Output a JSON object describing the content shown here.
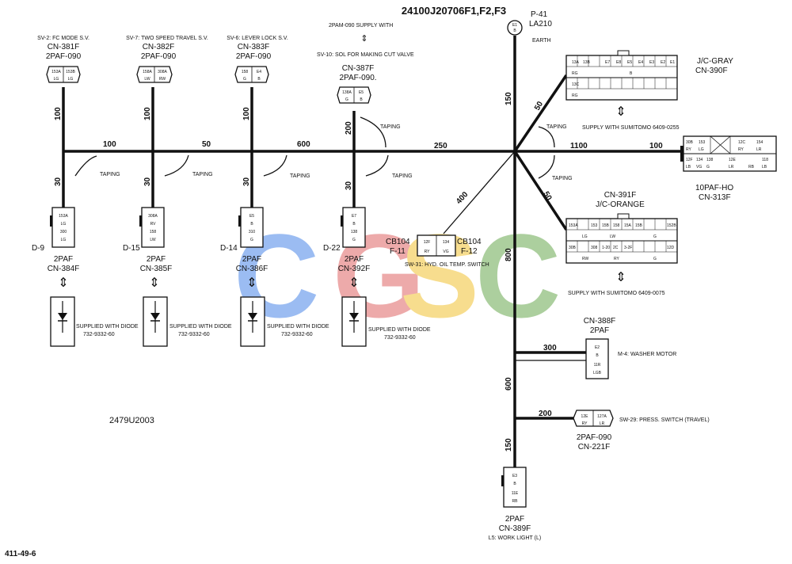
{
  "title": "24100J20706F1,F2,F3",
  "doc_code": "2479U2003",
  "page_ref": "411-49-6",
  "watermark": {
    "letters": [
      "C",
      "G",
      "S",
      "C"
    ],
    "colors": [
      "#4a86e8",
      "#e06666",
      "#f1c232",
      "#6aa84f"
    ]
  },
  "earth": {
    "pin": "E1",
    "color": "B",
    "part": "P-41",
    "code": "LA210",
    "label": "EARTH"
  },
  "note_2pam": "2PAM-090 SUPPLY WITH",
  "note_sv10": "SV-10: SOL FOR MAKING CUT VALVE",
  "top_connectors": [
    {
      "desc": "SV-2: FC MODE S.V.",
      "cn": "CN-381F",
      "type": "2PAF-090",
      "pins": [
        "153A",
        "153B"
      ],
      "colors": [
        "LG",
        "LG"
      ],
      "wire_len": "100"
    },
    {
      "desc": "SV-7: TWO SPEED TRAVEL S.V.",
      "cn": "CN-382F",
      "type": "2PAF-090",
      "pins": [
        "158A",
        "308A"
      ],
      "colors": [
        "LW",
        "RW"
      ],
      "wire_len": "100"
    },
    {
      "desc": "SV-6: LEVER LOCK S.V.",
      "cn": "CN-383F",
      "type": "2PAF-090",
      "pins": [
        "158",
        "E4"
      ],
      "colors": [
        "G",
        "B"
      ],
      "wire_len": "100"
    },
    {
      "desc": "",
      "cn": "CN-387F",
      "type": "2PAF-090.",
      "pins": [
        "138A",
        "E5"
      ],
      "colors": [
        "G",
        "B"
      ],
      "wire_len": "200"
    }
  ],
  "trunk_lengths": [
    "100",
    "50",
    "600",
    "250",
    "1100",
    "100"
  ],
  "taping": "TAPING",
  "diode_branches": [
    {
      "dnum": "D-9",
      "type": "2PAF",
      "cn": "CN-384F",
      "pins": [
        "153A",
        "LG",
        "300",
        "LG"
      ],
      "wire_len": "30",
      "note": "SUPPLIED WITH DIODE",
      "part": "732-9332-60"
    },
    {
      "dnum": "D-15",
      "type": "2PAF",
      "cn": "CN-385F",
      "pins": [
        "308A",
        "RV",
        "158",
        "LW"
      ],
      "wire_len": "30",
      "note": "SUPPLIED WITH DIODE",
      "part": "732-9332-60"
    },
    {
      "dnum": "D-14",
      "type": "2PAF",
      "cn": "CN-386F",
      "pins": [
        "E5",
        "B",
        "310",
        "G"
      ],
      "wire_len": "30",
      "note": "SUPPLIED WITH DIODE",
      "part": "732-9332-60"
    },
    {
      "dnum": "D-22",
      "type": "2PAF",
      "cn": "CN-392F",
      "pins": [
        "E7",
        "B",
        "138",
        "G"
      ],
      "wire_len": "30",
      "note": "SUPPLIED WITH DIODE",
      "part": "732-9332-60"
    }
  ],
  "cb104": {
    "left_name": "CB104",
    "left_sub": "F-11",
    "right_name": "CB104",
    "right_sub": "F-12",
    "pins": [
      "12F",
      "134"
    ],
    "colors": [
      "RY",
      "VG"
    ],
    "sw": "SW-31: HYD. OIL TEMP. SWITCH",
    "wire_len": "400"
  },
  "jc_gray": {
    "name": "J/C-GRAY",
    "cn": "CN-390F",
    "supply": "SUPPLY WITH SUMITOMO 6409-0255",
    "wire_len": "50",
    "row1": [
      "13A",
      "13B",
      "",
      "E7",
      "E8",
      "E5",
      "E4",
      "E3",
      "E2",
      "E1"
    ],
    "row1_colors": [
      "RG",
      "",
      "B"
    ],
    "row2": [
      "13C",
      "",
      "",
      "",
      "",
      "",
      "",
      "",
      "",
      ""
    ],
    "row2_colors": [
      "RG"
    ]
  },
  "jc_orange": {
    "name": "J/C-ORANGE",
    "cn": "CN-391F",
    "supply": "SUPPLY WITH SUMITOMO 6409-0075",
    "wire_len": "50",
    "row1": [
      "153A",
      "",
      "153",
      "15B",
      "158",
      "15A",
      "15B",
      "",
      "",
      "152B"
    ],
    "row1_colors": [
      "LG",
      "LW",
      "G"
    ],
    "row2": [
      "30B",
      "",
      "308",
      "1-20",
      "2C",
      "3-2F",
      "",
      "",
      "",
      "12D"
    ],
    "row2_colors": [
      "RW",
      "RY",
      "G"
    ]
  },
  "hd_conn": {
    "type": "10PAF-HO",
    "cn": "CN-313F",
    "pins": [
      "30B",
      "153",
      "",
      "12C",
      "154",
      "12F",
      "134",
      "138",
      "",
      "12E",
      "118"
    ],
    "colors": [
      "RY",
      "LG",
      "RY",
      "LR",
      "LB",
      "VG",
      "G",
      "LR",
      "RB",
      "LB"
    ]
  },
  "washer": {
    "type": "2PAF",
    "cn": "CN-388F",
    "label": "M-4: WASHER MOTOR",
    "pins": [
      "E2",
      "B",
      "11R",
      "LGB"
    ],
    "wire_len": "300"
  },
  "pressure": {
    "type": "2PAF-090",
    "cn": "CN-221F",
    "label": "SW-29: PRESS. SWITCH (TRAVEL)",
    "pins": [
      "12E",
      "127A"
    ],
    "colors": [
      "RY",
      "LR"
    ],
    "wire_len": "200"
  },
  "work_light": {
    "type": "2PAF",
    "cn": "CN-389F",
    "label": "L5: WORK LIGHT (L)",
    "pins": [
      "E3",
      "B",
      "11E",
      "RB"
    ],
    "wire_len": "150"
  },
  "vertical_lengths": [
    "150",
    "800",
    "600"
  ]
}
